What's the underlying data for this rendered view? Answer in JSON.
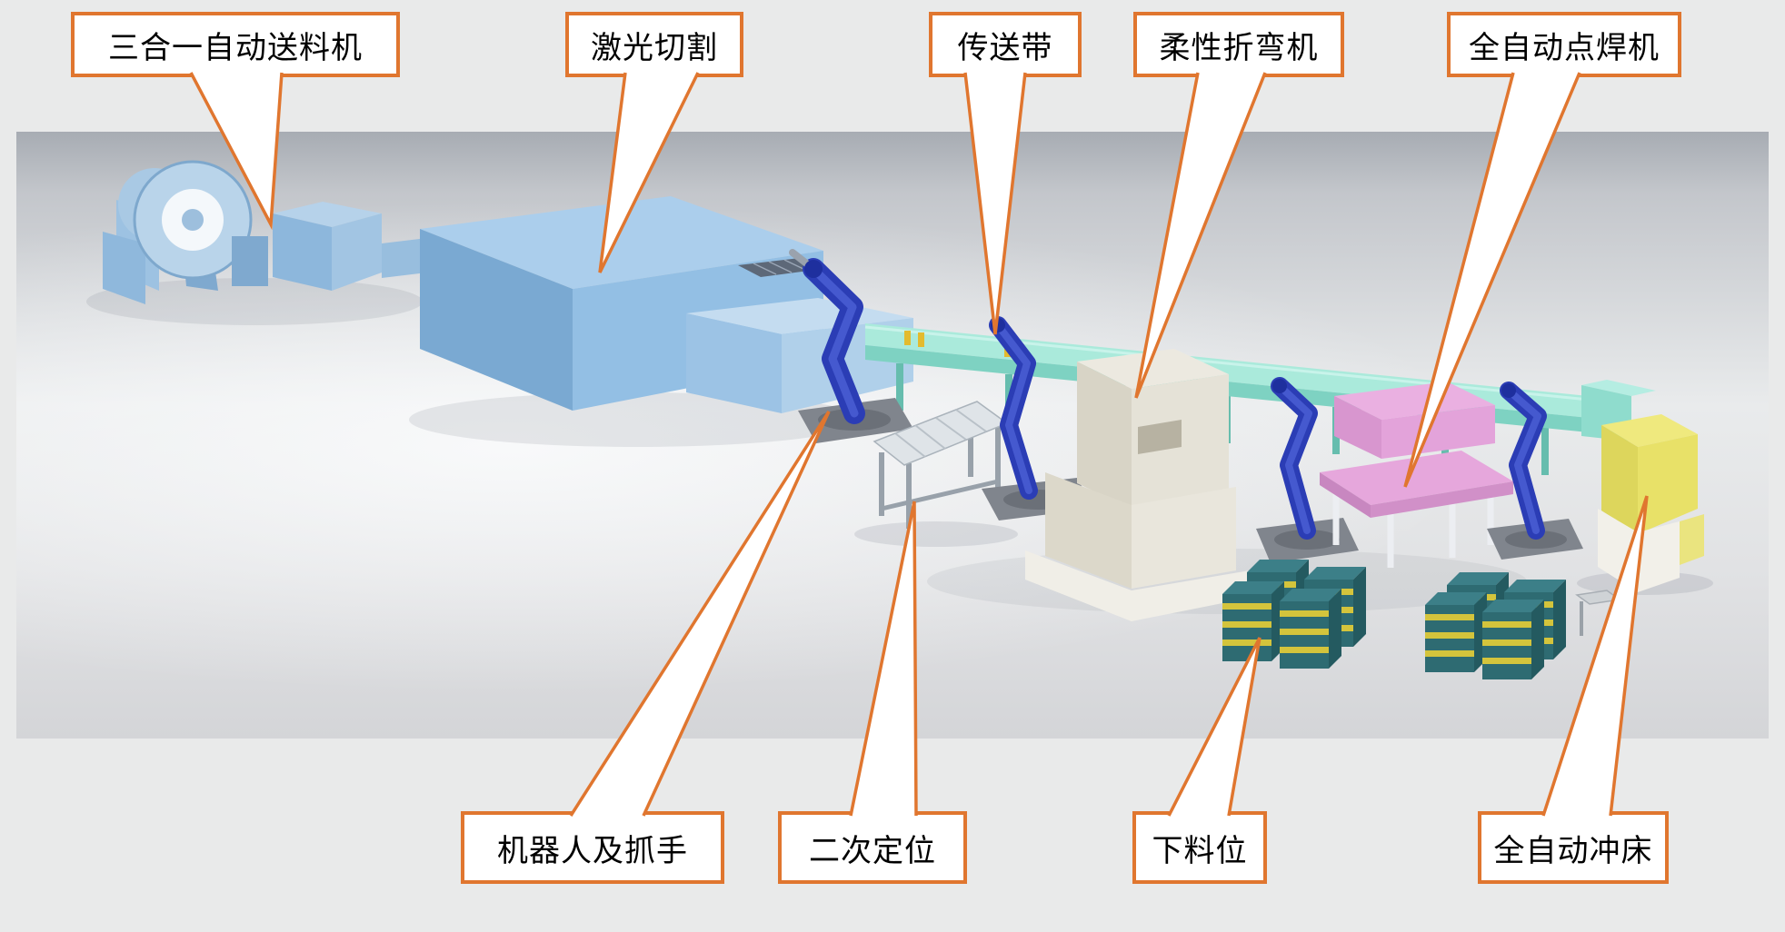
{
  "diagram": {
    "callouts_top": [
      {
        "label": "三合一自动送料机"
      },
      {
        "label": "激光切割"
      },
      {
        "label": "传送带"
      },
      {
        "label": "柔性折弯机"
      },
      {
        "label": "全自动点焊机"
      }
    ],
    "callouts_bottom": [
      {
        "label": "机器人及抓手"
      },
      {
        "label": "二次定位"
      },
      {
        "label": "下料位"
      },
      {
        "label": "全自动冲床"
      }
    ],
    "colors": {
      "callout_border": "#e0762f",
      "machine_blue": "#8db9dd",
      "robot_blue": "#2b3db5",
      "conveyor_cyan": "#a9ead9",
      "bender_beige": "#e3e0d5",
      "welder_pink": "#e2a0d8",
      "punch_yellow": "#eee878",
      "pallet_teal": "#2f6f77"
    }
  }
}
